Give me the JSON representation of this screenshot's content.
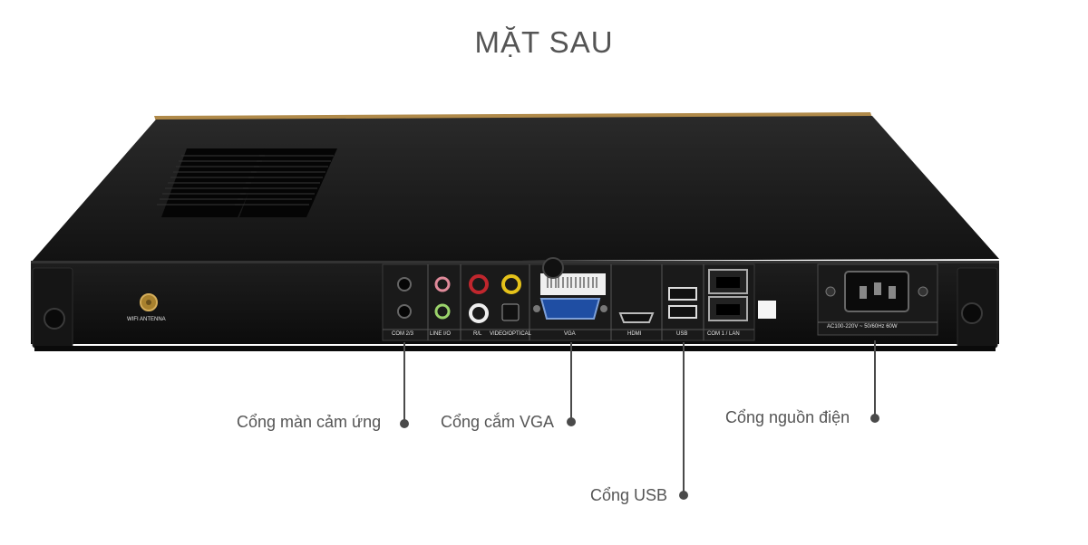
{
  "title": "MẶT SAU",
  "device": {
    "wifi_label": "WIFI ANTENNA",
    "ports": {
      "com23": "COM 2/3",
      "lineio": "LINE I/O",
      "rl": "R/L",
      "video_optical": "VIDEO/OPTICAL",
      "vga": "VGA",
      "hdmi": "HDMI",
      "usb": "USB",
      "com1_lan": "COM 1 / LAN",
      "power_rating": "AC100-220V ~ 50/60Hz 60W"
    }
  },
  "callouts": {
    "touch": "Cổng màn cảm ứng",
    "vga": "Cổng cắm VGA",
    "power": "Cổng nguồn điện",
    "usb": "Cổng USB"
  }
}
